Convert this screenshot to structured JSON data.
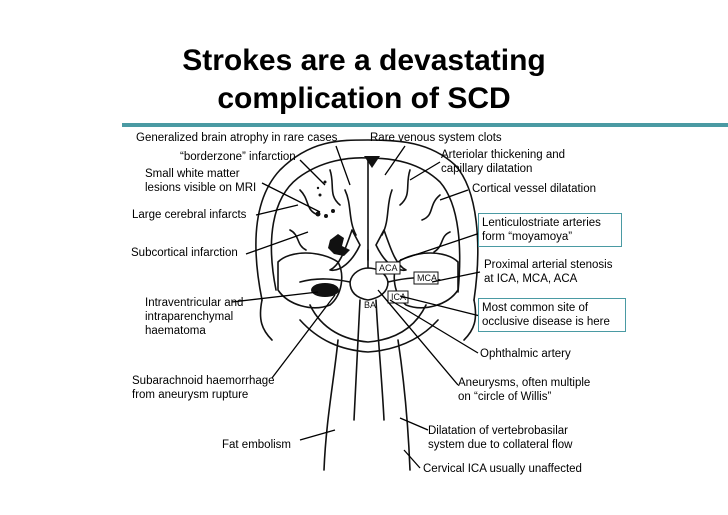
{
  "title": {
    "line1": "Strokes are a devastating",
    "line2": "complication of SCD"
  },
  "colors": {
    "accent": "#4a9aa3",
    "text": "#000000"
  },
  "labels": {
    "generalized_atrophy": "Generalized brain atrophy in rare cases",
    "rare_venous": "Rare venous system clots",
    "borderzone": "“borderzone” infarction",
    "arteriolar_1": "Arteriolar thickening and",
    "arteriolar_2": "capillary dilatation",
    "small_white_1": "Small white matter",
    "small_white_2": "lesions visible on MRI",
    "cortical_vessel": "Cortical vessel dilatation",
    "large_cerebral": "Large cerebral infarcts",
    "lenticulostriate_1": "Lenticulostriate arteries",
    "lenticulostriate_2": "form “moyamoya”",
    "subcortical": "Subcortical infarction",
    "proximal_1": "Proximal arterial stenosis",
    "proximal_2": "at ICA, MCA, ACA",
    "intraventricular_1": "Intraventricular and",
    "intraventricular_2": "intraparenchymal",
    "intraventricular_3": "haematoma",
    "most_common_1": "Most common site of",
    "most_common_2": "occlusive disease is here",
    "ophthalmic": "Ophthalmic artery",
    "subarachnoid_1": "Subarachnoid haemorrhage",
    "subarachnoid_2": "from aneurysm rupture",
    "aneurysms_1": "Aneurysms, often multiple",
    "aneurysms_2": "on “circle of Willis”",
    "fat_embolism": "Fat embolism",
    "dilatation_1": "Dilatation of vertebrobasilar",
    "dilatation_2": "system due to collateral flow",
    "cervical_ica": "Cervical ICA usually unaffected"
  },
  "brain_labels": {
    "aca": "ACA",
    "mca": "MCA",
    "ica": "ICA",
    "ba": "BA"
  }
}
